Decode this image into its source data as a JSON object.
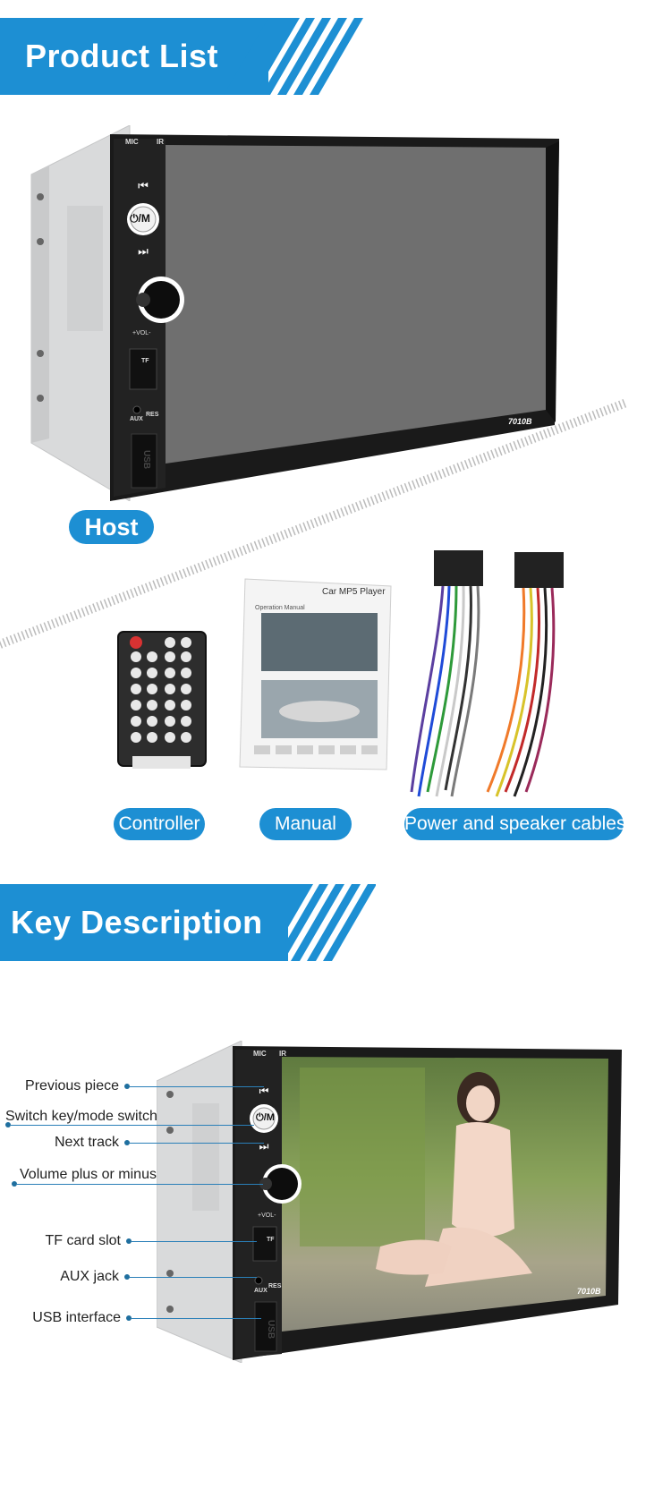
{
  "sections": {
    "product_list_title": "Product List",
    "key_description_title": "Key Description"
  },
  "host_unit": {
    "mic_label": "MIC",
    "ir_label": "IR",
    "power_mode_label": "⏻/M",
    "vol_label": "+VOL-",
    "tf_label": "TF",
    "aux_label": "AUX",
    "res_label": "RES",
    "usb_label": "USB",
    "model_label": "7010B"
  },
  "accessories": {
    "host_label": "Host",
    "controller_label": "Controller",
    "manual_label": "Manual",
    "cables_label": "Power and speaker cables",
    "manual_cover_title": "Car MP5 Player",
    "manual_subtitle": "Operation Manual"
  },
  "keys": [
    {
      "label": "Previous piece"
    },
    {
      "label": "Switch key/mode switch"
    },
    {
      "label": "Next track"
    },
    {
      "label": "Volume plus or minus"
    },
    {
      "label": "TF card slot"
    },
    {
      "label": "AUX jack"
    },
    {
      "label": "USB interface"
    }
  ],
  "colors": {
    "brand_blue": "#1d8fd3"
  }
}
